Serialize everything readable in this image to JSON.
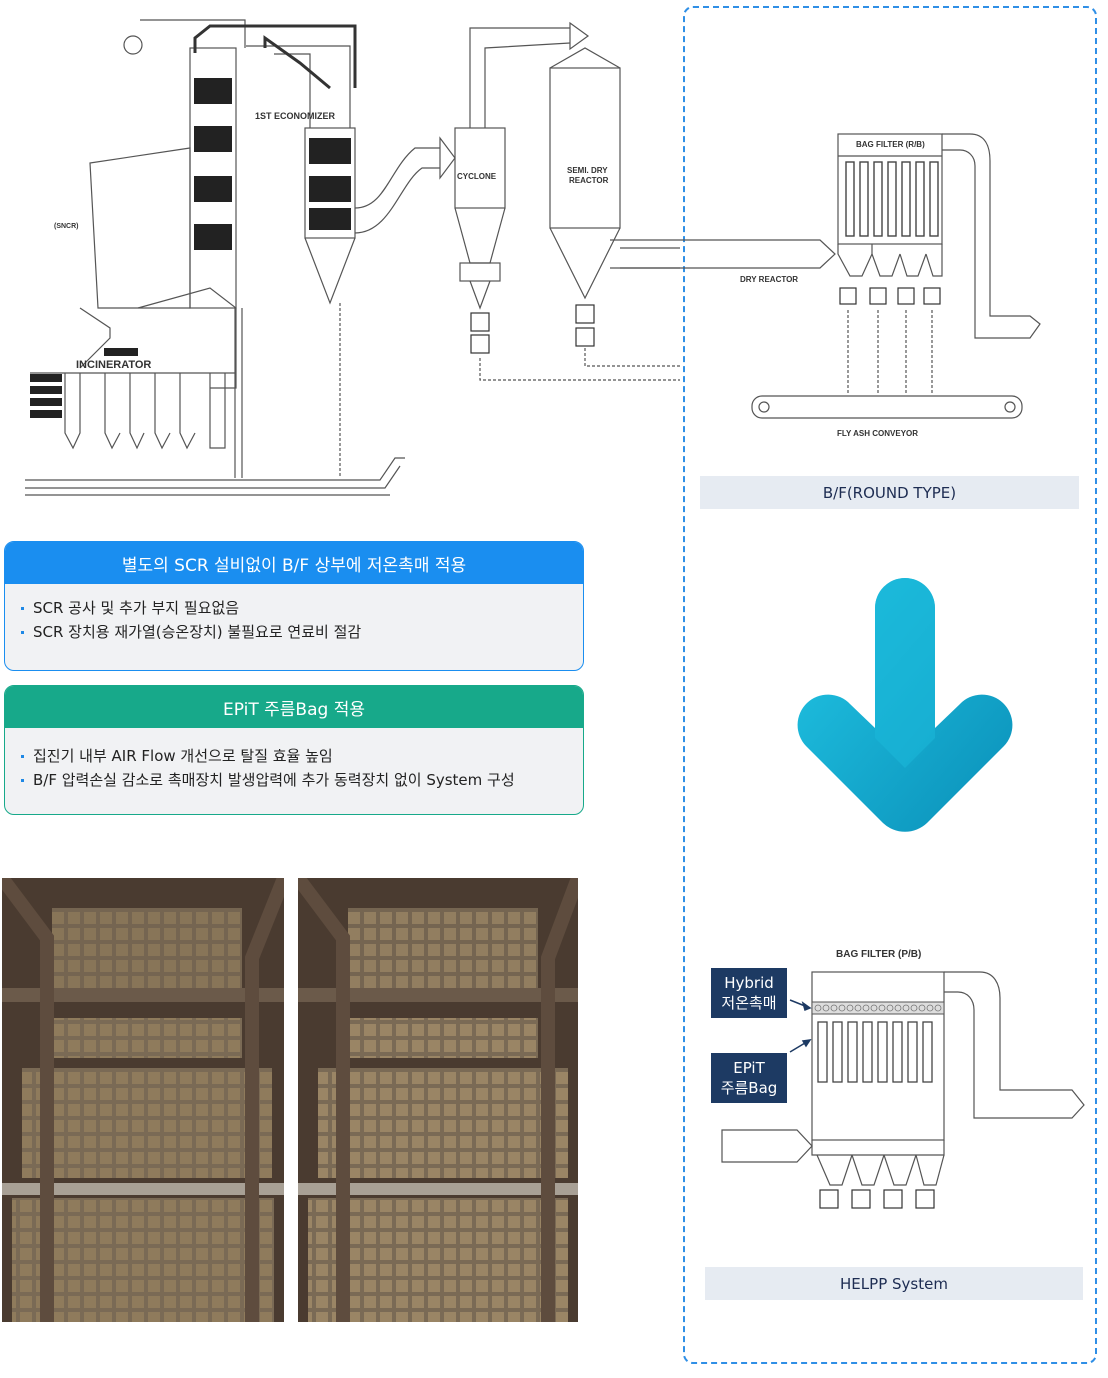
{
  "incinerator_diagram": {
    "labels": {
      "economizer": "1ST ECONOMIZER",
      "sncr": "(SNCR)",
      "incinerator": "INCINERATOR",
      "cyclone": "CYCLONE",
      "semi_dry_reactor_line1": "SEMI. DRY",
      "semi_dry_reactor_line2": "REACTOR",
      "dry_reactor": "DRY REACTOR",
      "bag_filter_rb": "BAG FILTER (R/B)",
      "fly_ash_conveyor": "FLY ASH CONVEYOR"
    }
  },
  "caption_top": "B/F(ROUND TYPE)",
  "caption_bottom": "HELPP System",
  "box_scr": {
    "title": "별도의 SCR 설비없이 B/F 상부에 저온촉매 적용",
    "color": "#1a8ef0",
    "items": [
      "SCR  공사 및 추가 부지 필요없음",
      "SCR  장치용 재가열(승온장치) 불필요로 연료비 절감"
    ]
  },
  "box_epit": {
    "title": "EPiT 주름Bag 적용",
    "color": "#17a98a",
    "items": [
      "집진기 내부 AIR Flow 개선으로 탈질 효율 높임",
      "B/F 압력손실 감소로 촉매장치 발생압력에 추가 동력장치 없이 System 구성"
    ]
  },
  "arrow_icon": "down-arrow-icon",
  "helpp_diagram": {
    "title": "BAG FILTER (P/B)",
    "tag1_line1": "Hybrid",
    "tag1_line2": "저온촉매",
    "tag2_line1": "EPiT",
    "tag2_line2": "주름Bag"
  },
  "colors": {
    "accent_blue": "#1a8ef0",
    "accent_green": "#17a98a",
    "dash_border": "#2f8fe6",
    "tag_navy": "#1d3a63"
  }
}
